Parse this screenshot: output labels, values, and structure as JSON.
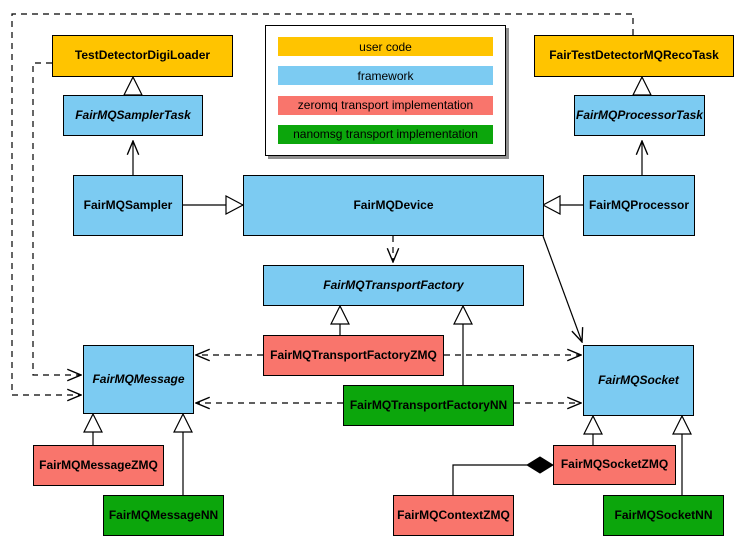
{
  "diagram": {
    "legend": {
      "items": [
        {
          "label": "user code",
          "color": "#FFC400"
        },
        {
          "label": "framework",
          "color": "#7CCBF2"
        },
        {
          "label": "zeromq transport implementation",
          "color": "#F9756C"
        },
        {
          "label": "nanomsg transport implementation",
          "color": "#0CA60C"
        }
      ]
    },
    "nodes": {
      "digiloader": {
        "label": "TestDetectorDigiLoader",
        "category": "user code",
        "abstract": false
      },
      "recotask": {
        "label": "FairTestDetectorMQRecoTask",
        "category": "user code",
        "abstract": false
      },
      "samplertask": {
        "label": "FairMQSamplerTask",
        "category": "framework",
        "abstract": true
      },
      "processortask": {
        "label": "FairMQProcessorTask",
        "category": "framework",
        "abstract": true
      },
      "sampler": {
        "label": "FairMQSampler",
        "category": "framework",
        "abstract": false
      },
      "device": {
        "label": "FairMQDevice",
        "category": "framework",
        "abstract": false
      },
      "processor": {
        "label": "FairMQProcessor",
        "category": "framework",
        "abstract": false
      },
      "factory": {
        "label": "FairMQTransportFactory",
        "category": "framework",
        "abstract": true
      },
      "factoryzmq": {
        "label": "FairMQTransportFactoryZMQ",
        "category": "zeromq transport implementation",
        "abstract": false
      },
      "factorynn": {
        "label": "FairMQTransportFactoryNN",
        "category": "nanomsg transport implementation",
        "abstract": false
      },
      "message": {
        "label": "FairMQMessage",
        "category": "framework",
        "abstract": true
      },
      "socket": {
        "label": "FairMQSocket",
        "category": "framework",
        "abstract": true
      },
      "messagezmq": {
        "label": "FairMQMessageZMQ",
        "category": "zeromq transport implementation",
        "abstract": false
      },
      "messagenn": {
        "label": "FairMQMessageNN",
        "category": "nanomsg transport implementation",
        "abstract": false
      },
      "socketzmq": {
        "label": "FairMQSocketZMQ",
        "category": "zeromq transport implementation",
        "abstract": false
      },
      "socketnn": {
        "label": "FairMQSocketNN",
        "category": "nanomsg transport implementation",
        "abstract": false
      },
      "contextzmq": {
        "label": "FairMQContextZMQ",
        "category": "zeromq transport implementation",
        "abstract": false
      }
    },
    "edges": [
      {
        "from": "FairMQSamplerTask",
        "to": "TestDetectorDigiLoader",
        "type": "generalization-triangle",
        "style": "solid"
      },
      {
        "from": "FairMQSampler",
        "to": "FairMQSamplerTask",
        "type": "open-arrow",
        "style": "solid"
      },
      {
        "from": "FairMQProcessorTask",
        "to": "FairTestDetectorMQRecoTask",
        "type": "generalization-triangle",
        "style": "solid"
      },
      {
        "from": "FairMQProcessor",
        "to": "FairMQProcessorTask",
        "type": "open-arrow",
        "style": "solid"
      },
      {
        "from": "FairMQSampler",
        "to": "FairMQDevice",
        "type": "generalization-triangle",
        "style": "solid"
      },
      {
        "from": "FairMQProcessor",
        "to": "FairMQDevice",
        "type": "generalization-triangle",
        "style": "solid"
      },
      {
        "from": "FairMQDevice",
        "to": "FairMQTransportFactory",
        "type": "open-arrow",
        "style": "dashed"
      },
      {
        "from": "FairMQDevice",
        "to": "FairMQSocket",
        "type": "open-arrow",
        "style": "solid"
      },
      {
        "from": "FairMQTransportFactoryZMQ",
        "to": "FairMQTransportFactory",
        "type": "generalization-triangle",
        "style": "solid"
      },
      {
        "from": "FairMQTransportFactoryNN",
        "to": "FairMQTransportFactory",
        "type": "generalization-triangle",
        "style": "solid"
      },
      {
        "from": "FairMQTransportFactoryZMQ",
        "to": "FairMQMessage",
        "type": "open-arrow",
        "style": "dashed"
      },
      {
        "from": "FairMQTransportFactoryZMQ",
        "to": "FairMQSocket",
        "type": "open-arrow",
        "style": "dashed"
      },
      {
        "from": "FairMQTransportFactoryNN",
        "to": "FairMQMessage",
        "type": "open-arrow",
        "style": "dashed"
      },
      {
        "from": "FairMQTransportFactoryNN",
        "to": "FairMQSocket",
        "type": "open-arrow",
        "style": "dashed"
      },
      {
        "from": "TestDetectorDigiLoader",
        "to": "FairMQMessage",
        "type": "open-arrow",
        "style": "dashed"
      },
      {
        "from": "FairTestDetectorMQRecoTask",
        "to": "FairMQMessage",
        "type": "open-arrow",
        "style": "dashed"
      },
      {
        "from": "FairMQMessageZMQ",
        "to": "FairMQMessage",
        "type": "generalization-triangle",
        "style": "solid"
      },
      {
        "from": "FairMQMessageNN",
        "to": "FairMQMessage",
        "type": "generalization-triangle",
        "style": "solid"
      },
      {
        "from": "FairMQSocketZMQ",
        "to": "FairMQSocket",
        "type": "generalization-triangle",
        "style": "solid"
      },
      {
        "from": "FairMQSocketNN",
        "to": "FairMQSocket",
        "type": "generalization-triangle",
        "style": "solid"
      },
      {
        "from": "FairMQContextZMQ",
        "to": "FairMQSocketZMQ",
        "type": "composition-diamond",
        "style": "solid"
      }
    ]
  }
}
